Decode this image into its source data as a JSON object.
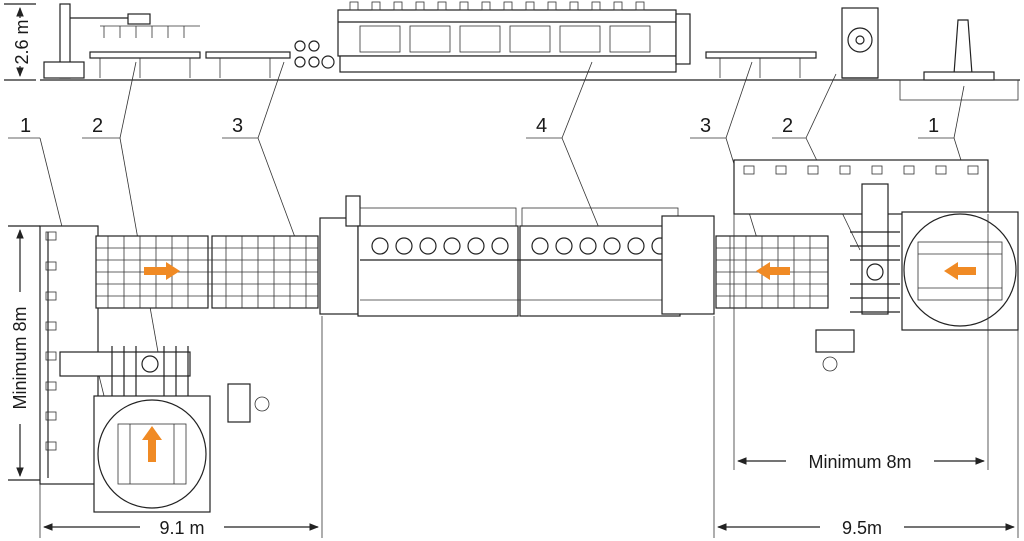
{
  "callouts": {
    "left_1": "1",
    "left_2": "2",
    "left_3": "3",
    "center_4": "4",
    "right_3": "3",
    "right_2": "2",
    "right_1": "1"
  },
  "dimensions": {
    "height": "2.6 m",
    "min_left": "Minimum 8m",
    "min_right": "Minimum 8m",
    "width_left": "9.1 m",
    "width_right": "9.5m"
  },
  "colors": {
    "line": "#222222",
    "arrow": "#f08a24",
    "background": "#ffffff"
  }
}
